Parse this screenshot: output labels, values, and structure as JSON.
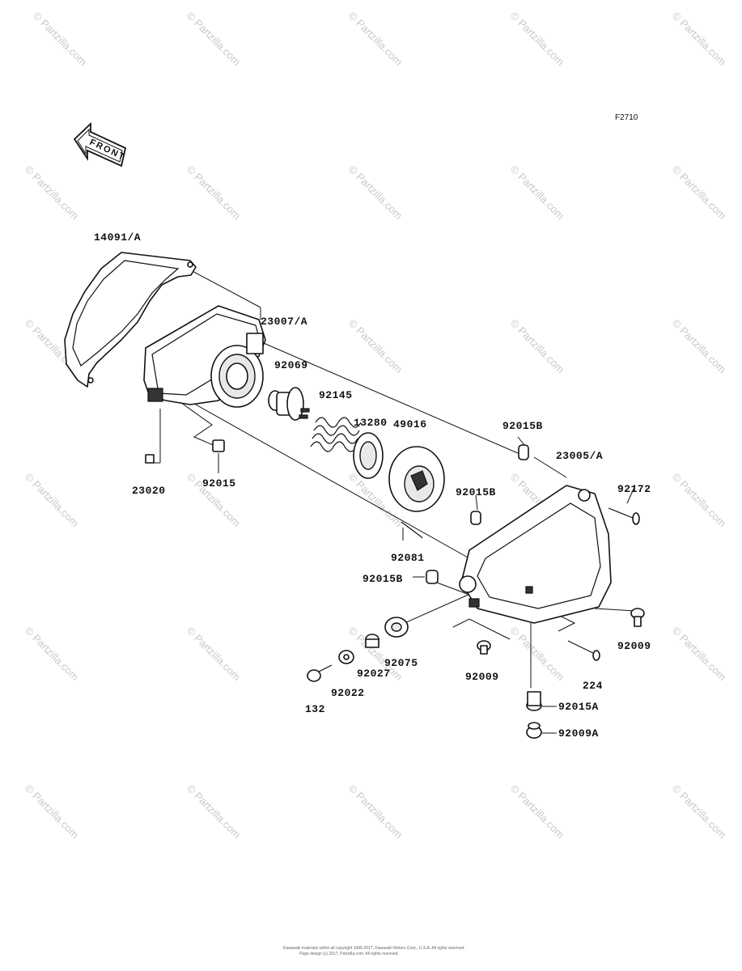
{
  "figure_code": "F2710",
  "front_arrow_label": "FRONT",
  "watermark": "© Partzilla.com",
  "footer": {
    "line1": "Kawasaki materials within all copyright 1995-2017, Kawasaki Motors Corp., U.S.A. All rights reserved.",
    "line2": "Page design (c) 2017, Partzilla.com. All rights reserved."
  },
  "parts": {
    "p14091": "14091/A",
    "p23007": "23007/A",
    "p92069": "92069",
    "p92145": "92145",
    "p13280": "13280",
    "p49016": "49016",
    "p92015B_top": "92015B",
    "p23005": "23005/A",
    "p92172": "92172",
    "p92015B_mid": "92015B",
    "p23020": "23020",
    "p92015": "92015",
    "p92081": "92081",
    "p92015B_low": "92015B",
    "p92009_right": "92009",
    "p92075": "92075",
    "p92027": "92027",
    "p92022": "92022",
    "p132": "132",
    "p92009_low": "92009",
    "p224": "224",
    "p92015A": "92015A",
    "p92009A": "92009A"
  }
}
